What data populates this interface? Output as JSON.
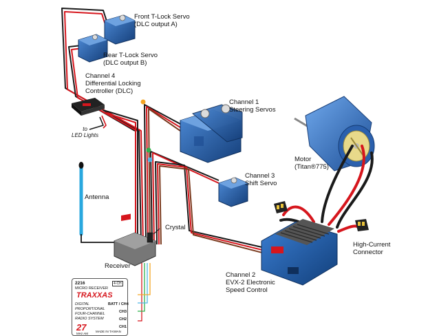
{
  "labels": {
    "front_servo": [
      "Front T-Lock Servo",
      "(DLC output A)"
    ],
    "rear_servo": [
      "Rear T-Lock Servo",
      "(DLC output B)"
    ],
    "dlc": [
      "Channel 4",
      "Differential Locking",
      "Controller (DLC)"
    ],
    "led": [
      "to",
      "LED Lights"
    ],
    "steering": [
      "Channel 1",
      "Steering Servos"
    ],
    "motor": [
      "Motor",
      "(Titan®775)"
    ],
    "shift": [
      "Channel 3",
      "Shift Servo"
    ],
    "antenna": "Antenna",
    "crystal": "Crystal",
    "receiver": "Receiver",
    "high_current": [
      "High-Current",
      "Connector"
    ],
    "esc": [
      "Channel 2",
      "EVX-2 Electronic",
      "Speed Control"
    ]
  },
  "receiver_card": {
    "model": "2216",
    "badge": "4-CH",
    "subtitle": "MICRO RECEIVER",
    "brand": "TRAXXAS",
    "description": [
      "DIGITAL",
      "PROPORTIONAL",
      "FOUR-CHANNEL",
      "RADIO SYSTEM"
    ],
    "ports": [
      "BATT / CH4",
      "CH3",
      "CH2",
      "CH1"
    ],
    "band": "27",
    "band_unit": "MHz AM",
    "made_in": "MADE IN TAIWAN"
  },
  "colors": {
    "servo_blue": "#1f5fae",
    "servo_dark": "#123f7a",
    "wire_black": "#1a1a1a",
    "wire_red": "#d6161d",
    "wire_brown": "#7a3a1e",
    "motor_blue": "#3f7fd0",
    "brand_red": "#d6161d"
  }
}
